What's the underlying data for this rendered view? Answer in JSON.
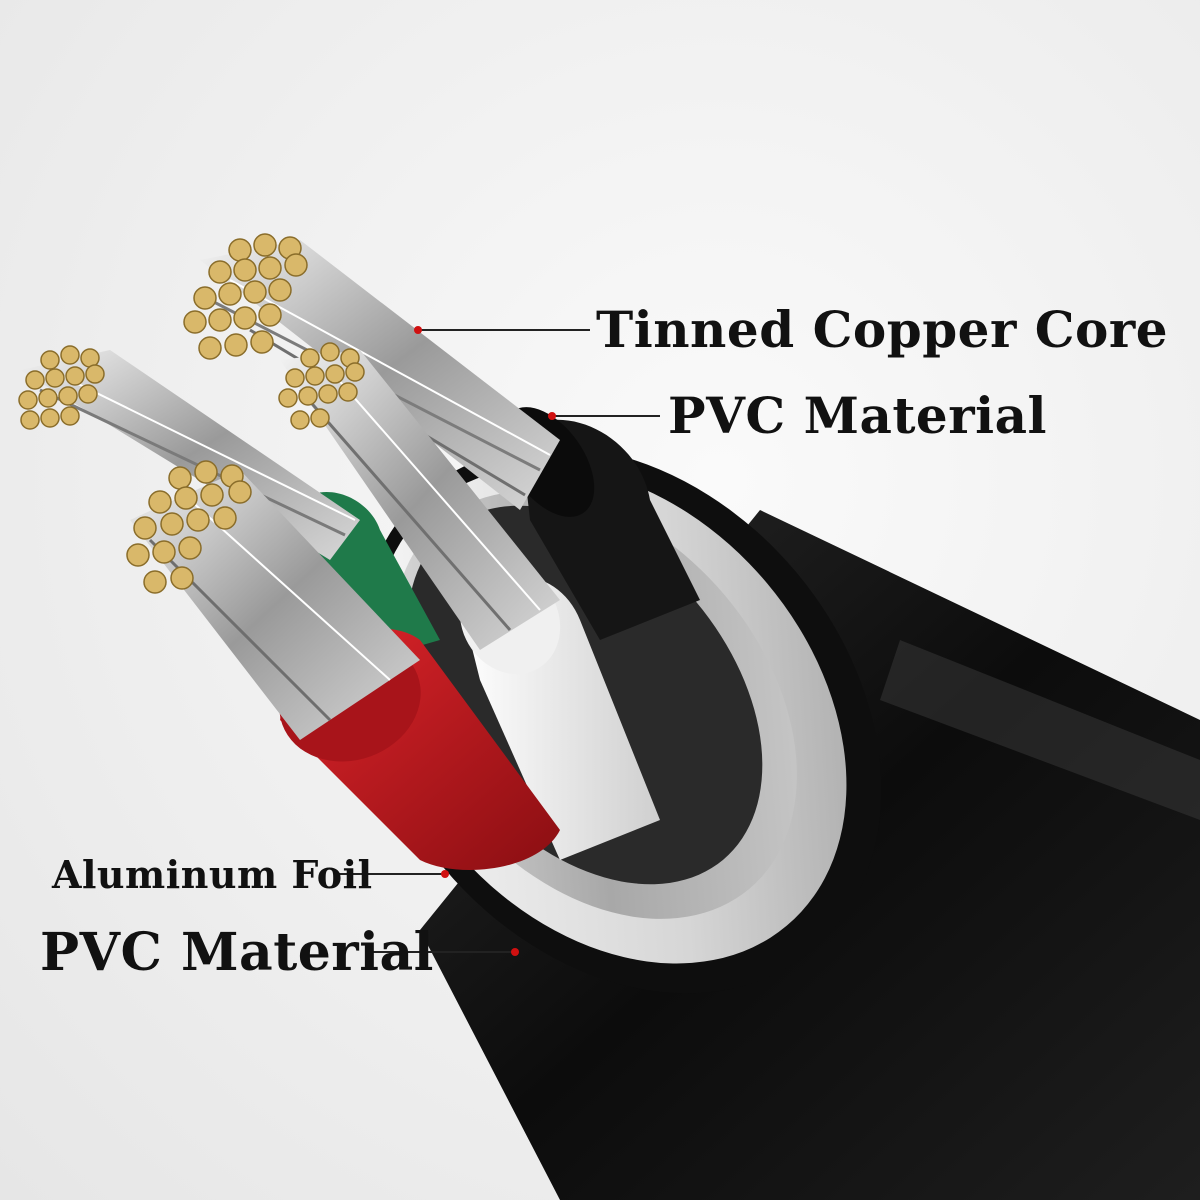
{
  "labels": {
    "tinned_copper_core": "Tinned Copper Core",
    "pvc_material_inner": "PVC Material",
    "aluminum_foil": "Aluminum Foil",
    "pvc_material_outer": "PVC Material"
  },
  "colors": {
    "background": "#f2f2f2",
    "outer_jacket": "#111111",
    "pvc_white_ring": "#e8e8e8",
    "aluminum_foil": "#c9c9c9",
    "insulation_red": "#c4161c",
    "insulation_white": "#f4f4f4",
    "insulation_green": "#1f7a4a",
    "insulation_black": "#151515",
    "copper_strand_tip": "#d9b86a",
    "leader_dot": "#d01010"
  }
}
